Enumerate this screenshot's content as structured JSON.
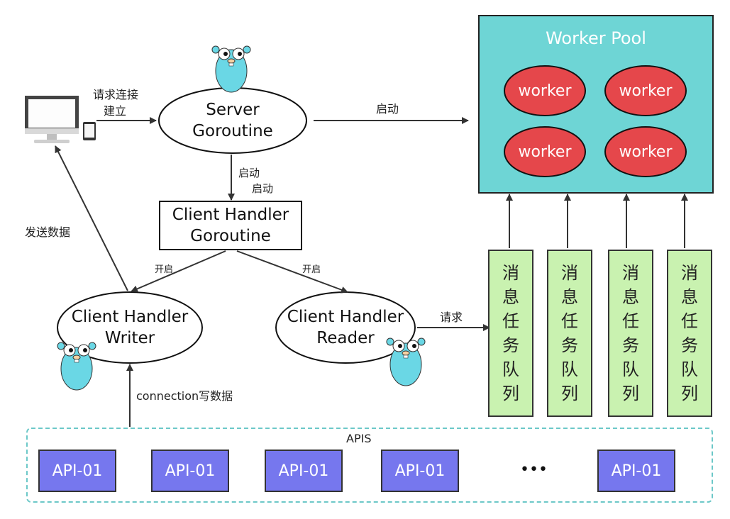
{
  "server_goroutine": {
    "line1": "Server",
    "line2": "Goroutine"
  },
  "client_handler_goroutine": {
    "line1": "Client Handler",
    "line2": "Goroutine"
  },
  "client_handler_writer": {
    "line1": "Client Handler",
    "line2": "Writer"
  },
  "client_handler_reader": {
    "line1": "Client Handler",
    "line2": "Reader"
  },
  "worker_pool": {
    "title": "Worker Pool",
    "workers": [
      "worker",
      "worker",
      "worker",
      "worker"
    ],
    "fill_color": "#6ed5d5",
    "worker_color": "#e5474b"
  },
  "queues": [
    {
      "chars": [
        "消",
        "息",
        "任",
        "务",
        "队",
        "列"
      ]
    },
    {
      "chars": [
        "消",
        "息",
        "任",
        "务",
        "队",
        "列"
      ]
    },
    {
      "chars": [
        "消",
        "息",
        "任",
        "务",
        "队",
        "列"
      ]
    },
    {
      "chars": [
        "消",
        "息",
        "任",
        "务",
        "队",
        "列"
      ]
    }
  ],
  "queue_color": "#c9f2b0",
  "apis": {
    "title": "APIS",
    "items": [
      "API-01",
      "API-01",
      "API-01",
      "API-01",
      "API-01"
    ],
    "ellipsis": "•••",
    "box_color": "#7677ee"
  },
  "edge_labels": {
    "request_connect_line1": "请求连接",
    "request_connect_line2": "建立",
    "start_pool": "启动",
    "start_handler_a": "启动",
    "start_handler_b": "启动",
    "send_data": "发送数据",
    "open_writer": "开启",
    "open_reader": "开启",
    "request": "请求",
    "connection_write": "connection写数据"
  },
  "icons": [
    "computer-icon",
    "tablet-icon",
    "gopher-icon"
  ]
}
